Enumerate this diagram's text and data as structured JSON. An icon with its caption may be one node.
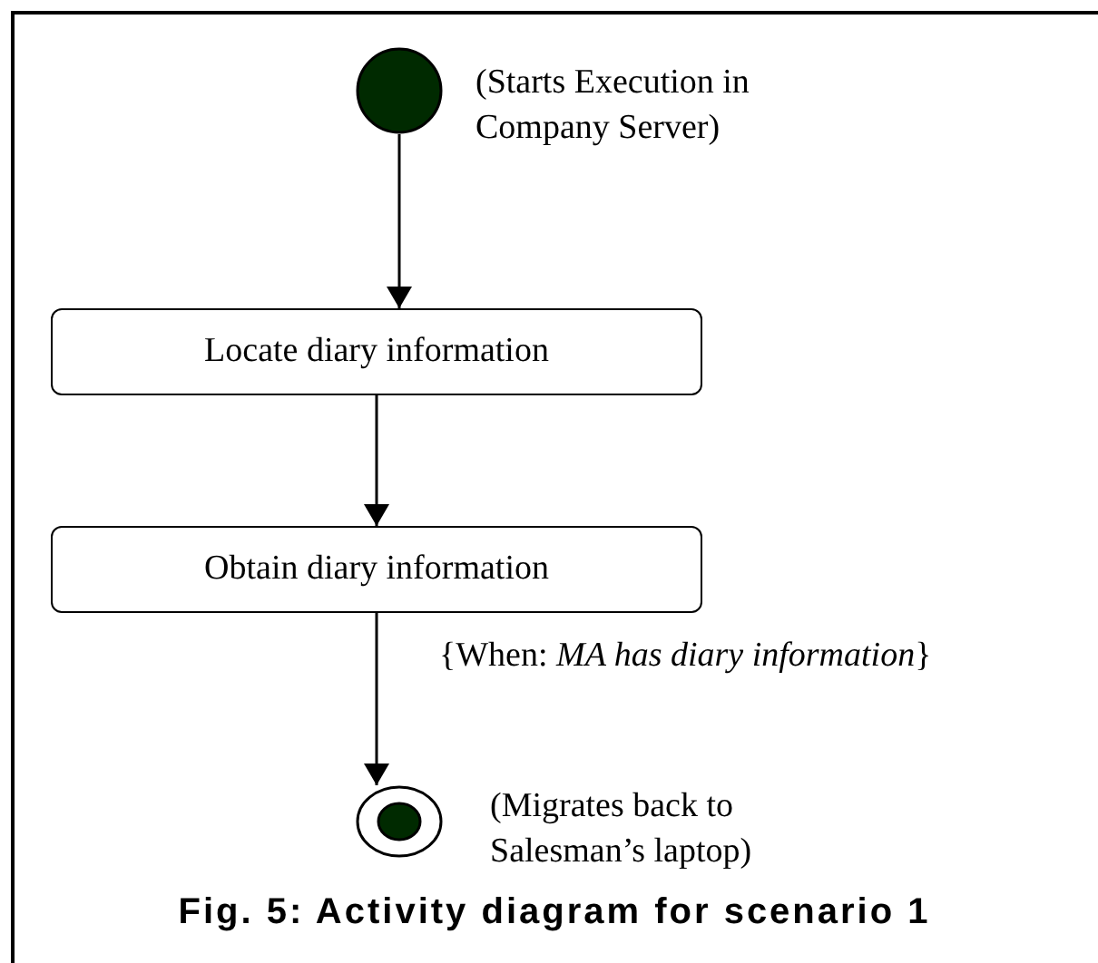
{
  "diagram": {
    "caption": "Fig. 5: Activity diagram for scenario 1",
    "nodes": [
      {
        "text": [],
        "shape": "circle",
        "beside": [
          "(Starts Execution in Company Server)"
        ]
      },
      {
        "text": [
          "Locate diary information"
        ]
      },
      {
        "text": [
          "Obtain diary information"
        ]
      },
      {
        "text": [],
        "shape": "bullseye",
        "beside": [
          "(Migrates back to Salesman’s laptop)"
        ]
      }
    ],
    "edges": [
      {
        "from": 0,
        "to": 1,
        "arrow": "to"
      },
      {
        "from": 1,
        "to": 2,
        "arrow": "to"
      },
      {
        "from": 2,
        "to": 3,
        "arrow": "to",
        "label": "{When: *MA has diary information*}"
      }
    ]
  }
}
